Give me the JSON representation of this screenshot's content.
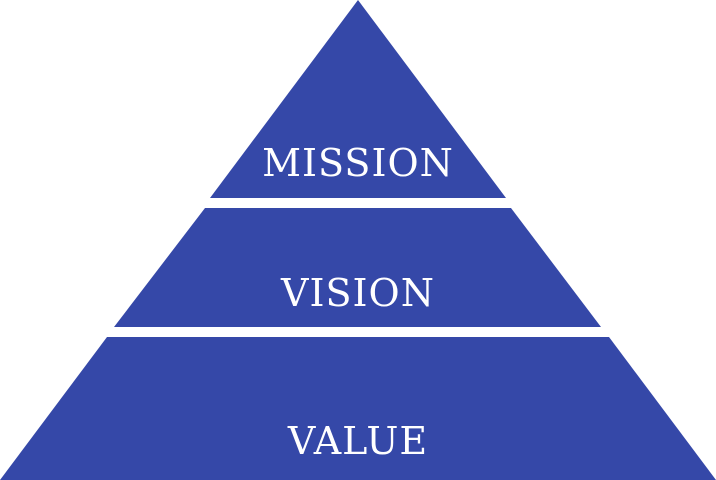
{
  "colors": {
    "tier_fill": "#3548a8",
    "label_text": "#ffffff",
    "background": "#ffffff"
  },
  "pyramid": {
    "tiers": [
      {
        "label": "MISSION"
      },
      {
        "label": "VISION"
      },
      {
        "label": "VALUE"
      }
    ]
  }
}
